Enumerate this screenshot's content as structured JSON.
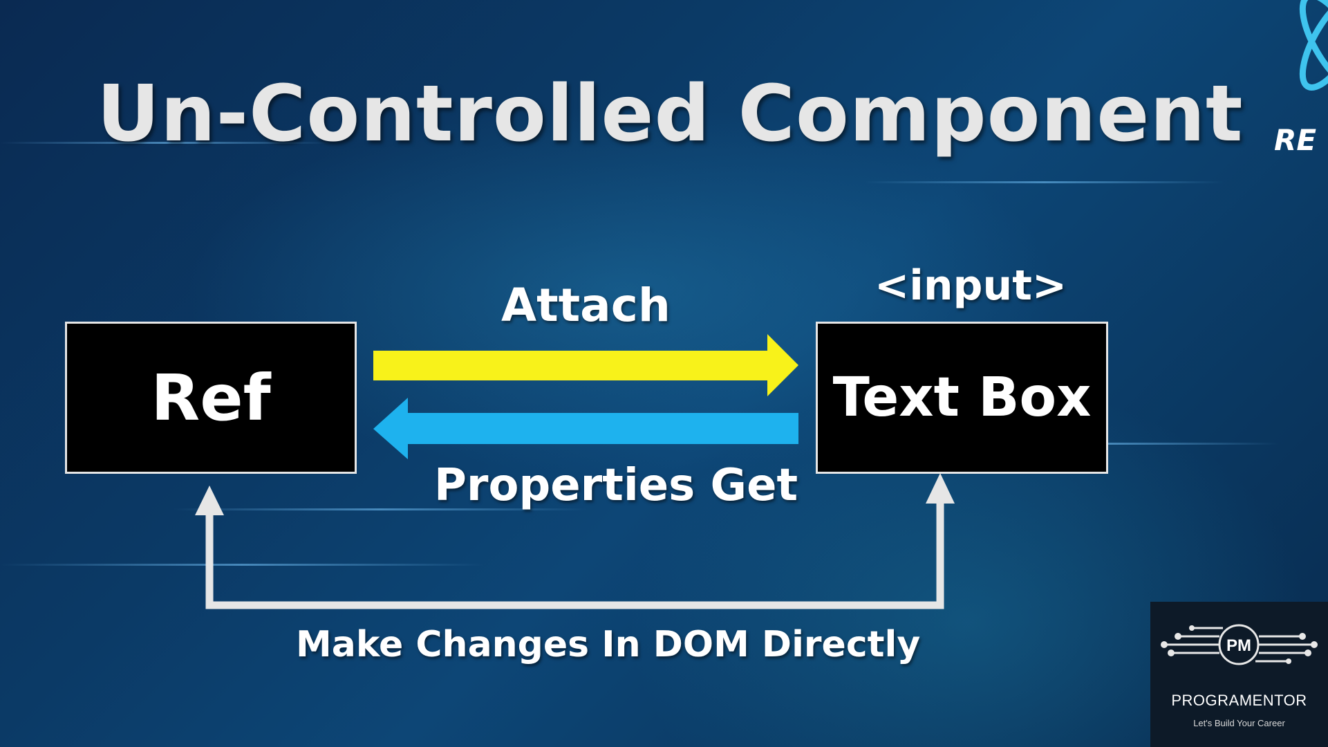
{
  "slide": {
    "title": "Un-Controlled Component",
    "corner_logo_text": "RE"
  },
  "diagram": {
    "left_box": "Ref",
    "right_box": "Text Box",
    "right_box_caption": "<input>",
    "top_arrow_label": "Attach",
    "bottom_arrow_label": "Properties Get",
    "loop_label": "Make Changes In DOM Directly",
    "colors": {
      "attach_arrow": "#f8f21a",
      "properties_arrow": "#1eb2ee",
      "loop_arrow": "#e6e6e6"
    }
  },
  "watermark": {
    "emblem": "PM",
    "name": "PROGRAMENTOR",
    "tagline": "Let's Build Your Career"
  }
}
